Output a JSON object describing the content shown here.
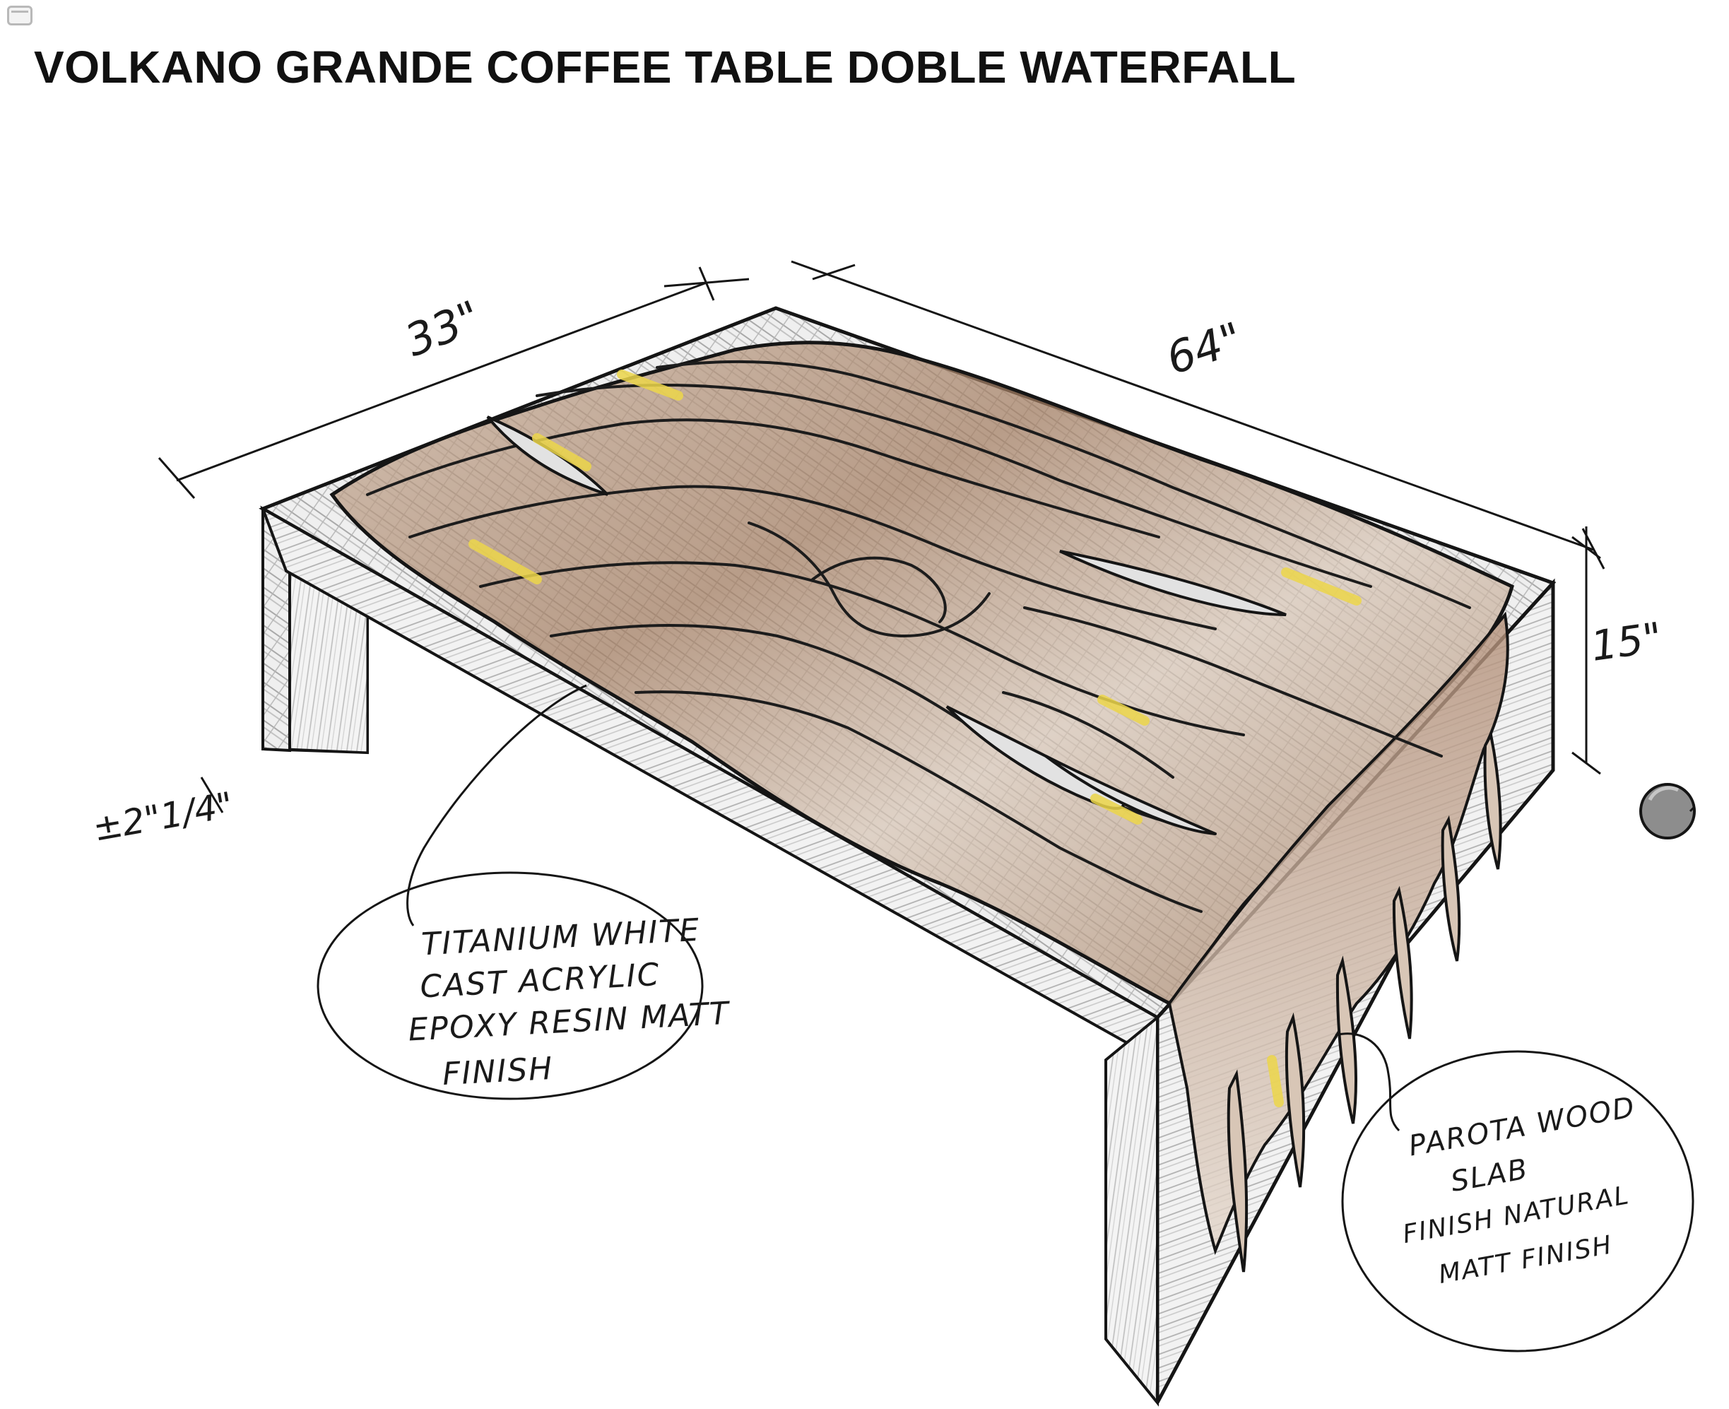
{
  "page": {
    "title": "VOLKANO GRANDE COFFEE TABLE DOBLE WATERFALL"
  },
  "dimensions": {
    "width": "33\"",
    "length": "64\"",
    "height": "15\"",
    "thickness": "±2\"1/4\""
  },
  "callouts": {
    "resin": {
      "lines": [
        "TITANIUM WHITE",
        "CAST ACRYLIC",
        "EPOXY RESIN MATT",
        "FINISH"
      ]
    },
    "wood": {
      "lines": [
        "PAROTA WOOD",
        "SLAB",
        "FINISH NATURAL",
        "MATT FINISH"
      ]
    }
  },
  "colors": {
    "resin": "#e6e6e6",
    "wood": "#a07a5e",
    "accent_yellow": "#ecd64a",
    "line": "#151515"
  },
  "icons": {
    "window": "window-icon",
    "material_swatch": "material-swatch-icon"
  }
}
